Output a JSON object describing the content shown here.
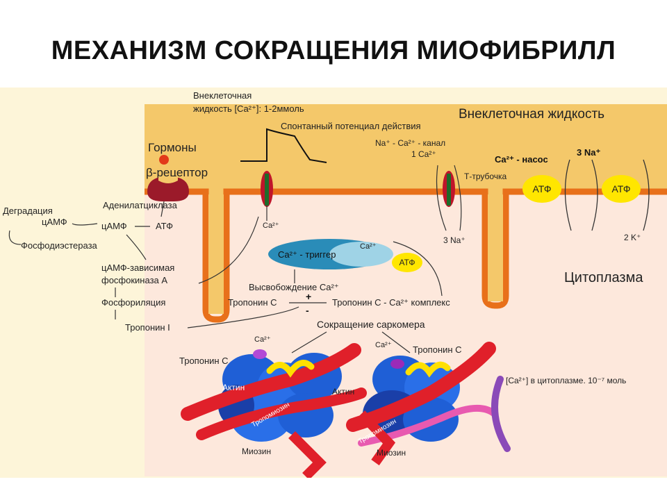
{
  "title": "МЕХАНИЗМ СОКРАЩЕНИЯ МИОФИБРИЛЛ",
  "labels": {
    "extracellular_fluid_small": "Внеклеточная",
    "extracellular_conc": "жидкость [Ca²⁺]: 1-2ммоль",
    "action_potential": "Спонтанный потенциал действия",
    "extracellular_fluid": "Внеклеточная жидкость",
    "hormones": "Гормоны",
    "beta_receptor": "β-рецептор",
    "na_ca_channel": "Na⁺ - Ca²⁺ - канал",
    "one_ca": "1 Ca²⁺",
    "ca_pump": "Ca²⁺ - насос",
    "three_na_top": "3 Na⁺",
    "t_tubule": "Т-трубочка",
    "atp": "АТФ",
    "degradation": "Деградация",
    "camp": "цАМФ",
    "adenylate_cyclase": "Аденилатциклаза",
    "phosphodiesterase": "Фосфодиэстераза",
    "ca_small": "Ca²⁺",
    "ca_trigger": "Ca²⁺ - триггер",
    "three_na_bottom": "3 Na⁺",
    "two_k": "2 K⁺",
    "camp_dependent": "цАМФ-зависимая",
    "phosphokinase_a": "фосфокиназа А",
    "ca_release": "Высвобождение Ca²⁺",
    "cytoplasm": "Цитоплазма",
    "phosphorylation": "Фосфориляция",
    "troponin_c": "Тропонин С",
    "plus": "+",
    "minus": "-",
    "troponin_complex": "Тропонин С - Ca²⁺ комплекс",
    "troponin_i": "Тропонин I",
    "sarcomere_contraction": "Сокращение саркомера",
    "cytoplasm_conc": "[Ca²⁺] в цитоплазме. 10⁻⁷ моль",
    "actin": "Актин",
    "tropomyosin": "Тропомиозин",
    "myosin": "Миозин"
  },
  "colors": {
    "membrane": "#f4c86a",
    "membrane_edge": "#e8701a",
    "cytoplasm": "#fde8dc",
    "background": "#fdf5d9",
    "atp_fill": "#ffe600",
    "actin_blue": "#1f5fd6",
    "tropomyosin_red": "#e0202a",
    "troponin_yellow": "#ffe000",
    "channel_red": "#c0152a",
    "channel_green": "#1f6b2a"
  }
}
